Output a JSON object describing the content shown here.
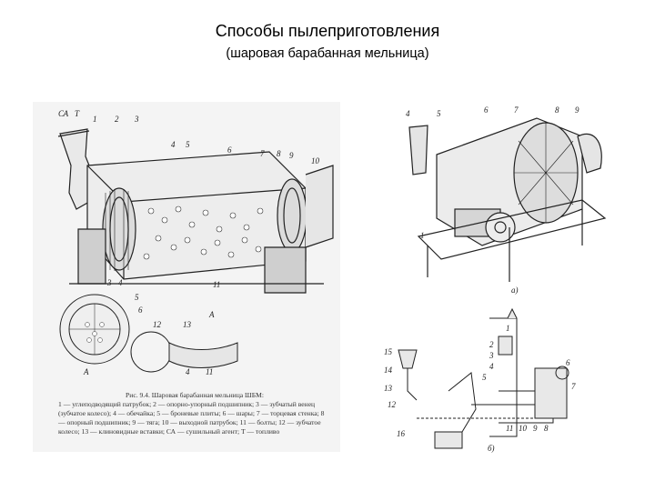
{
  "slide": {
    "title": "Способы пылеприготовления",
    "subtitle": "(шаровая барабанная мельница)"
  },
  "figure_left": {
    "top_labels": [
      "СА",
      "Т",
      "1",
      "2",
      "3",
      "4",
      "5",
      "6",
      "7",
      "8",
      "9",
      "10"
    ],
    "bottom_labels": [
      "11",
      "3",
      "4",
      "5",
      "6",
      "12",
      "13",
      "A",
      "4",
      "11",
      "A"
    ],
    "caption": "Рис. 9.4. Шаровая барабанная мельница ШБМ:",
    "legend": "1 — углеподводящий патрубок; 2 — опорно-упорный подшипник; 3 — зубчатый венец (зубчатое колесо); 4 — обечайка; 5 — броневые плиты; 6 — шары; 7 — торцевая стенка; 8 — опорный подшипник; 9 — тяга; 10 — выходной патрубок; 11 — болты; 12 — зубчатое колесо; 13 — клиновидные вставки; СА — сушильный агент; Т — топливо"
  },
  "figure_right_top": {
    "labels": [
      "4",
      "5",
      "6",
      "7",
      "8",
      "9",
      "1"
    ],
    "sublabel": "а)"
  },
  "figure_right_bottom": {
    "labels": [
      "1",
      "2",
      "3",
      "4",
      "5",
      "6",
      "7",
      "8",
      "9",
      "10",
      "11",
      "12",
      "13",
      "14",
      "15",
      "16"
    ],
    "sublabel": "б)"
  }
}
